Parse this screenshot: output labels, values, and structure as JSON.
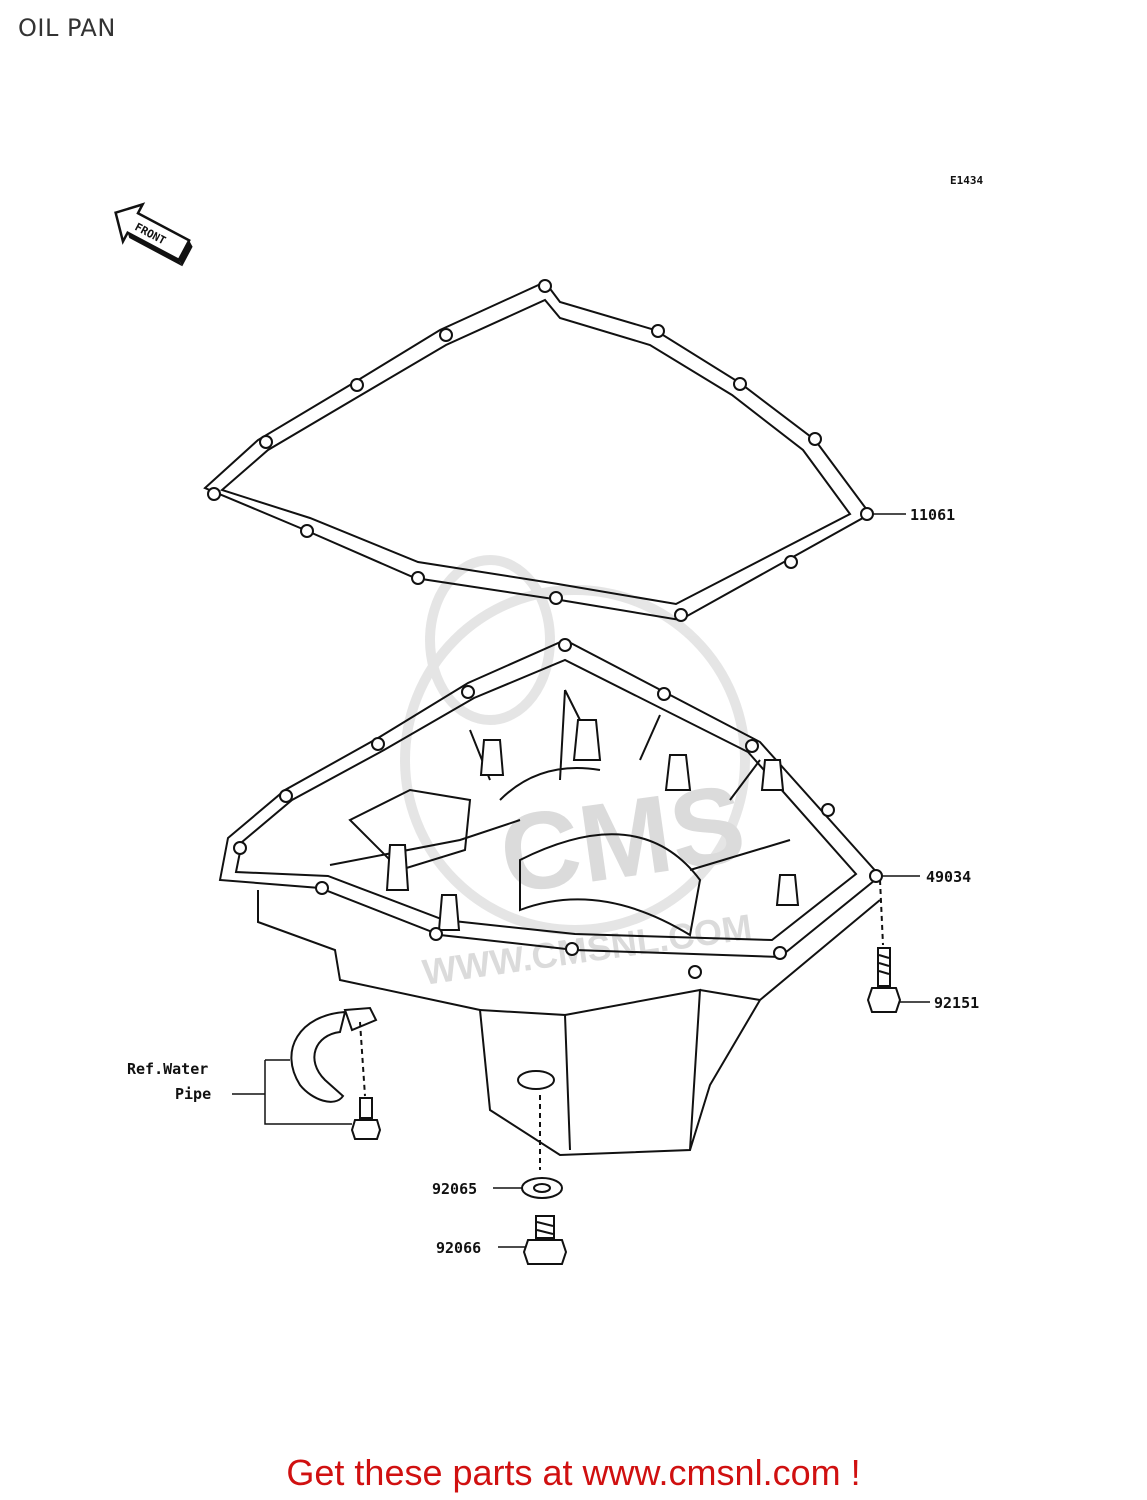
{
  "page": {
    "title": "OIL PAN",
    "figure_code": "E1434",
    "front_marker": "FRONT",
    "footer": "Get these parts at www.cmsnl.com !"
  },
  "parts": [
    {
      "number": "11061"
    },
    {
      "number": "49034"
    },
    {
      "number": "92151"
    },
    {
      "number": "92065"
    },
    {
      "number": "92066"
    }
  ],
  "ref_label": {
    "line1": "Ref.Water",
    "line2": "Pipe"
  },
  "watermark": {
    "brand": "CMS",
    "url": "WWW.CMSNL.COM"
  },
  "colors": {
    "ink": "#111111",
    "footer": "#d01010",
    "watermark": "#d8d8d8"
  }
}
